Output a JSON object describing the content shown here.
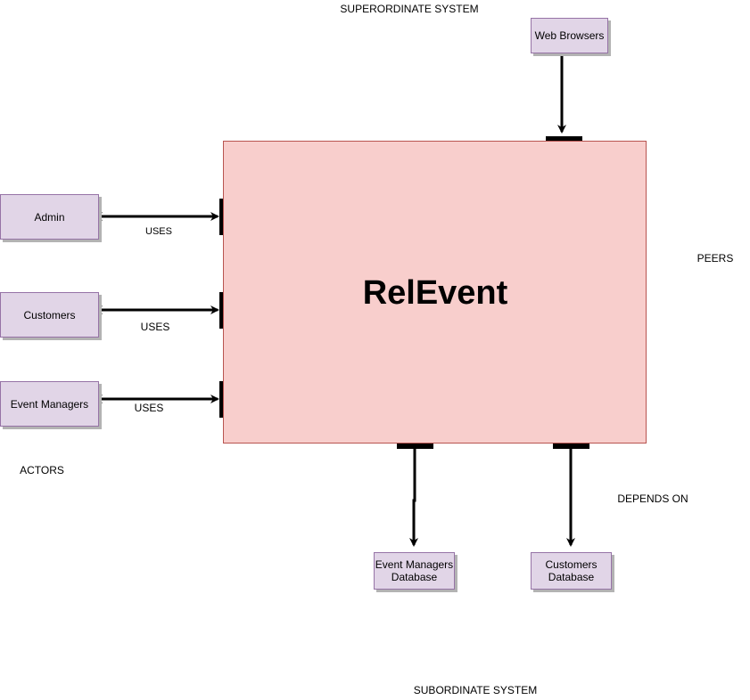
{
  "diagram": {
    "system": {
      "name": "RelEvent"
    },
    "section_labels": {
      "superordinate": "SUPERORDINATE SYSTEM",
      "peers": "PEERS",
      "actors": "ACTORS",
      "depends_on": "DEPENDS ON",
      "subordinate": "SUBORDINATE SYSTEM"
    },
    "superordinate_nodes": [
      {
        "label": "Web Browsers"
      }
    ],
    "actors": [
      {
        "label": "Admin",
        "relation": "USES"
      },
      {
        "label": "Customers",
        "relation": "USES"
      },
      {
        "label": "Event Managers",
        "relation": "USES"
      }
    ],
    "subordinate_nodes": [
      {
        "label": "Event Managers\nDatabase"
      },
      {
        "label": "Customers\nDatabase"
      }
    ],
    "colors": {
      "system_fill": "#f8cecc",
      "system_stroke": "#b85450",
      "node_fill": "#e1d5e7",
      "node_stroke": "#9673a6",
      "connector": "#000000"
    }
  }
}
